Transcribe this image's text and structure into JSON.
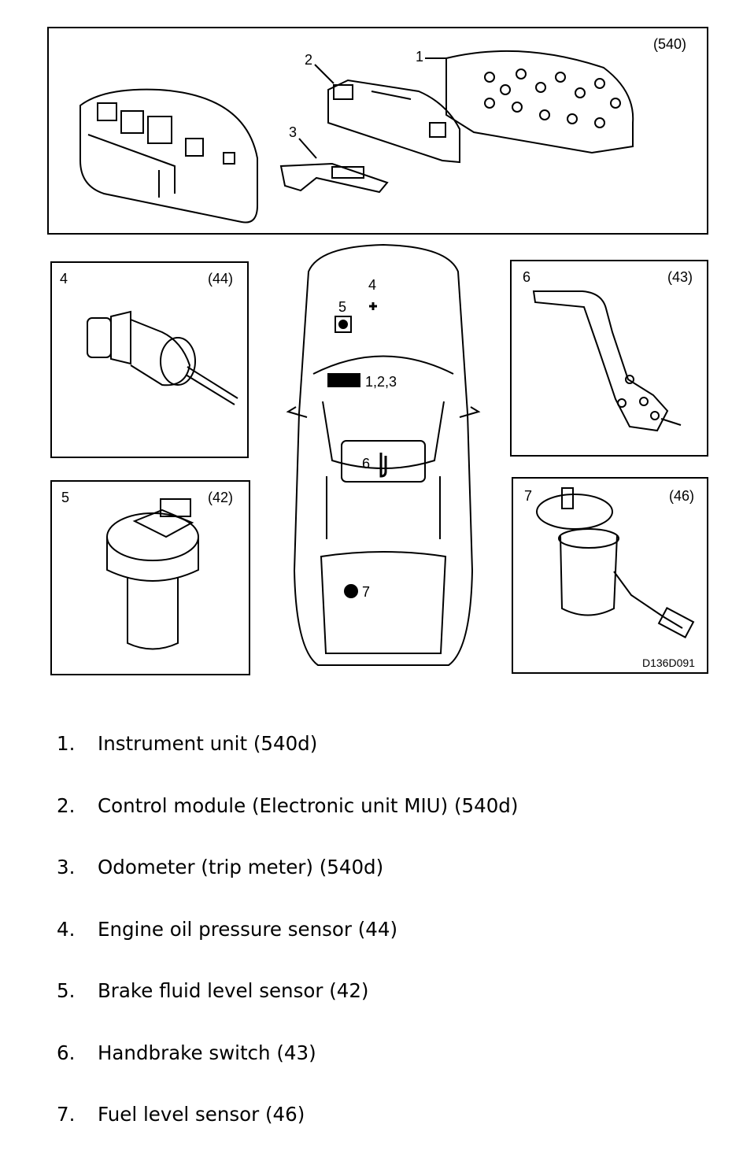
{
  "panels": {
    "top": {
      "code": "(540)",
      "callouts": [
        "1",
        "2",
        "3"
      ]
    },
    "p4": {
      "tag": "4",
      "code": "(44)"
    },
    "p5": {
      "tag": "5",
      "code": "(42)"
    },
    "p6": {
      "tag": "6",
      "code": "(43)"
    },
    "p7": {
      "tag": "7",
      "code": "(46)",
      "ref": "D136D091"
    }
  },
  "car": {
    "marks": [
      "4",
      "5",
      "1,2,3",
      "6",
      "7"
    ]
  },
  "legend": [
    {
      "num": "1.",
      "text": "Instrument unit (540d)"
    },
    {
      "num": "2.",
      "text": "Control module (Electronic unit MIU) (540d)"
    },
    {
      "num": "3.",
      "text": "Odometer (trip meter) (540d)"
    },
    {
      "num": "4.",
      "text": "Engine oil pressure sensor (44)"
    },
    {
      "num": "5.",
      "text": "Brake fluid level sensor (42)"
    },
    {
      "num": "6.",
      "text": "Handbrake switch (43)"
    },
    {
      "num": "7.",
      "text": "Fuel level sensor (46)"
    }
  ]
}
